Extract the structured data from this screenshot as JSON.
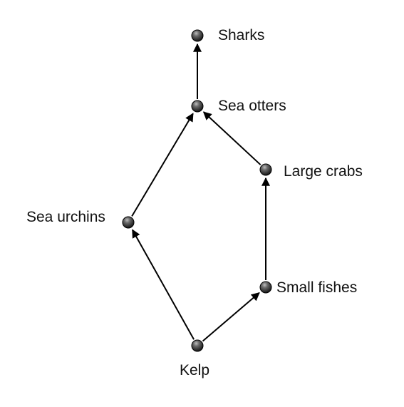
{
  "diagram": {
    "nodes": [
      {
        "id": "sharks",
        "label": "Sharks"
      },
      {
        "id": "sea-otters",
        "label": "Sea otters"
      },
      {
        "id": "large-crabs",
        "label": "Large crabs"
      },
      {
        "id": "sea-urchins",
        "label": "Sea urchins"
      },
      {
        "id": "small-fishes",
        "label": "Small fishes"
      },
      {
        "id": "kelp",
        "label": "Kelp"
      }
    ],
    "edges": [
      {
        "from": "sea-otters",
        "to": "sharks"
      },
      {
        "from": "sea-urchins",
        "to": "sea-otters"
      },
      {
        "from": "large-crabs",
        "to": "sea-otters"
      },
      {
        "from": "small-fishes",
        "to": "large-crabs"
      },
      {
        "from": "kelp",
        "to": "sea-urchins"
      },
      {
        "from": "kelp",
        "to": "small-fishes"
      }
    ],
    "colors": {
      "node_fill": "#2b2b2b",
      "node_highlight": "#9a9a9a",
      "edge": "#000000",
      "label": "#111111"
    }
  }
}
